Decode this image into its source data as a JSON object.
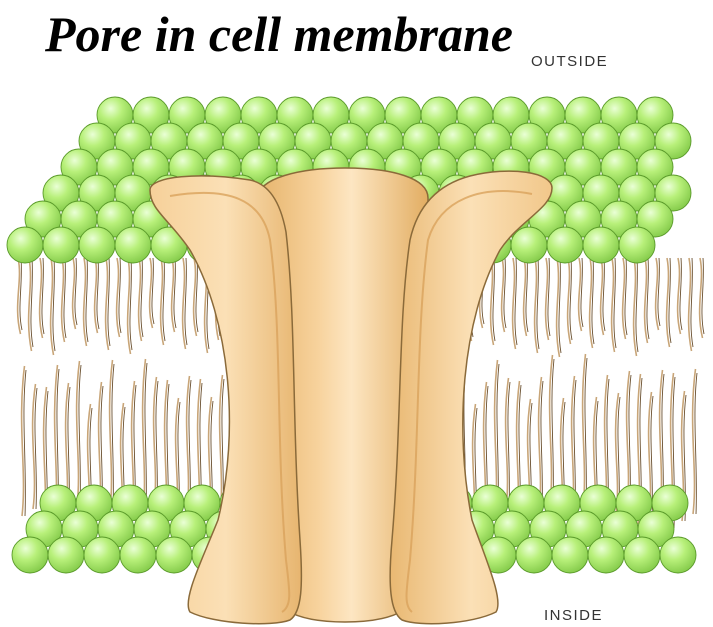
{
  "title": "Pore in cell membrane",
  "labels": {
    "outside": "OUTSIDE",
    "inside": "INSIDE"
  },
  "colors": {
    "head_fill": "#b8f07a",
    "head_highlight": "#eaffd6",
    "head_stroke": "#5a9a2a",
    "tail": "#c8a578",
    "tail_dark": "#6a5030",
    "protein_light": "#fde3b8",
    "protein_mid": "#f3c98d",
    "protein_dark": "#d9a35c",
    "protein_outline": "#8a6a3a"
  }
}
